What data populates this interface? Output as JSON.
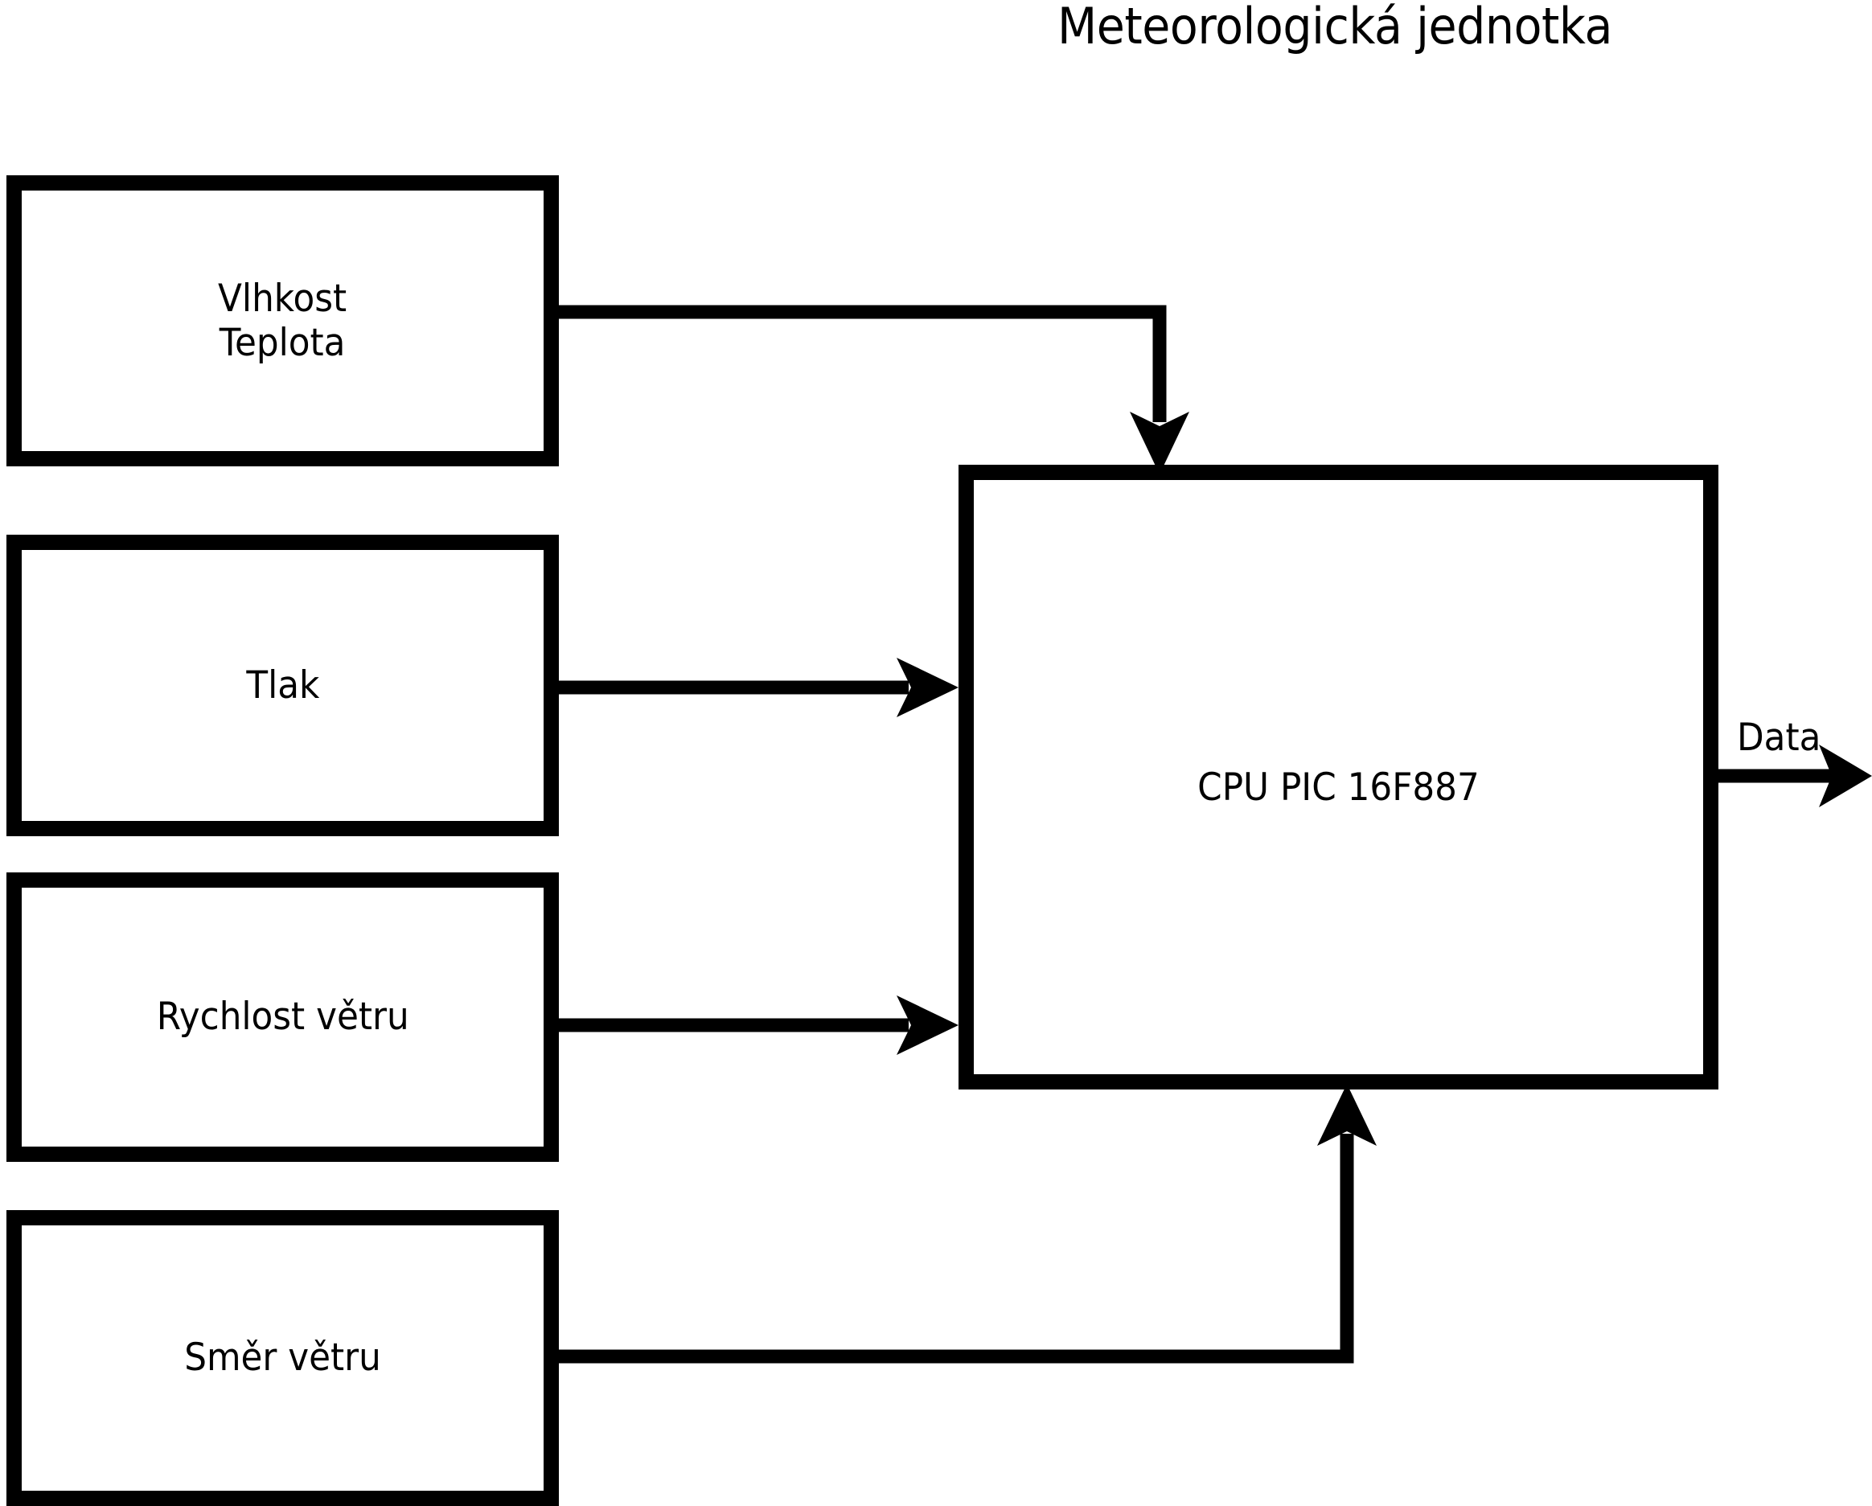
{
  "diagram": {
    "title": "Meteorologická jednotka",
    "background_color": "#ffffff",
    "stroke_color": "#000000",
    "blocks": {
      "humidity_temperature": {
        "label": "Vlhkost\nTeplota",
        "line1": "Vlhkost",
        "line2": "Teplota"
      },
      "pressure": {
        "label": "Tlak"
      },
      "wind_speed": {
        "label": "Rychlost větru"
      },
      "wind_direction": {
        "label": "Směr větru"
      },
      "cpu": {
        "label": "CPU PIC 16F887"
      }
    },
    "connectors": {
      "humidity_temperature_to_cpu": {
        "from": "humidity_temperature",
        "to": "cpu",
        "arrow": true,
        "style": "orthogonal-right-then-down"
      },
      "pressure_to_cpu": {
        "from": "pressure",
        "to": "cpu",
        "arrow": true,
        "style": "straight-right"
      },
      "wind_speed_to_cpu": {
        "from": "wind_speed",
        "to": "cpu",
        "arrow": true,
        "style": "straight-right"
      },
      "wind_direction_to_cpu": {
        "from": "wind_direction",
        "to": "cpu",
        "arrow": true,
        "style": "orthogonal-right-then-up"
      },
      "cpu_to_data": {
        "from": "cpu",
        "to": "data-output",
        "arrow": true,
        "style": "straight-right",
        "label": "Data"
      }
    },
    "output_label": "Data"
  }
}
